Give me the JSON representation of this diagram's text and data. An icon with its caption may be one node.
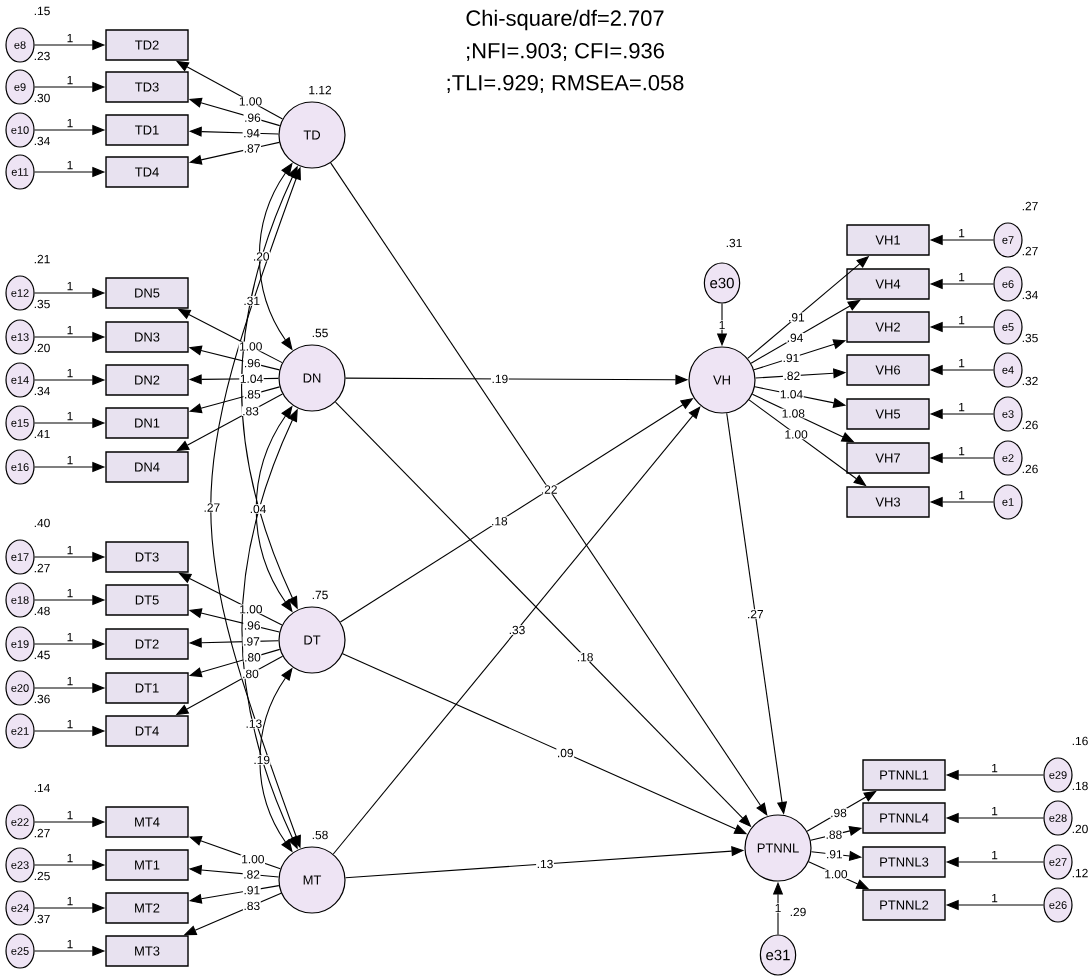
{
  "diagram": {
    "nodes": [
      {
        "text": [
          "e8"
        ],
        "beside": [
          ".15",
          ".23"
        ]
      },
      {
        "text": [
          "e9"
        ],
        "beside": [
          ".30"
        ]
      },
      {
        "text": [
          "e10"
        ],
        "beside": [
          ".34"
        ]
      },
      {
        "text": [
          "e11"
        ]
      },
      {
        "text": [
          "TD2"
        ]
      },
      {
        "text": [
          "TD3"
        ]
      },
      {
        "text": [
          "TD1"
        ]
      },
      {
        "text": [
          "TD4"
        ]
      },
      {
        "text": [
          "TD"
        ],
        "beside": [
          "1.12"
        ]
      },
      {
        "text": [
          "e12"
        ],
        "beside": [
          ".21",
          ".35"
        ]
      },
      {
        "text": [
          "e13"
        ],
        "beside": [
          ".20"
        ]
      },
      {
        "text": [
          "e14"
        ],
        "beside": [
          ".34"
        ]
      },
      {
        "text": [
          "e15"
        ],
        "beside": [
          ".41"
        ]
      },
      {
        "text": [
          "e16"
        ]
      },
      {
        "text": [
          "DN5"
        ]
      },
      {
        "text": [
          "DN3"
        ]
      },
      {
        "text": [
          "DN2"
        ]
      },
      {
        "text": [
          "DN1"
        ]
      },
      {
        "text": [
          "DN4"
        ]
      },
      {
        "text": [
          "DN"
        ],
        "beside": [
          ".55"
        ]
      },
      {
        "text": [
          "e17"
        ],
        "beside": [
          ".40",
          ".27"
        ]
      },
      {
        "text": [
          "e18"
        ],
        "beside": [
          ".48"
        ]
      },
      {
        "text": [
          "e19"
        ],
        "beside": [
          ".45"
        ]
      },
      {
        "text": [
          "e20"
        ],
        "beside": [
          ".36"
        ]
      },
      {
        "text": [
          "e21"
        ]
      },
      {
        "text": [
          "DT3"
        ]
      },
      {
        "text": [
          "DT5"
        ]
      },
      {
        "text": [
          "DT2"
        ]
      },
      {
        "text": [
          "DT1"
        ]
      },
      {
        "text": [
          "DT4"
        ]
      },
      {
        "text": [
          "DT"
        ],
        "beside": [
          ".75"
        ]
      },
      {
        "text": [
          "e22"
        ],
        "beside": [
          ".14",
          ".27"
        ]
      },
      {
        "text": [
          "e23"
        ],
        "beside": [
          ".25"
        ]
      },
      {
        "text": [
          "e24"
        ],
        "beside": [
          ".37"
        ]
      },
      {
        "text": [
          "e25"
        ]
      },
      {
        "text": [
          "MT4"
        ]
      },
      {
        "text": [
          "MT1"
        ]
      },
      {
        "text": [
          "MT2"
        ]
      },
      {
        "text": [
          "MT3"
        ]
      },
      {
        "text": [
          "MT"
        ],
        "beside": [
          ".58"
        ]
      },
      {
        "text": [
          "e30"
        ],
        "beside": [
          ".31"
        ]
      },
      {
        "text": [
          "VH"
        ]
      },
      {
        "text": [
          "VH1"
        ]
      },
      {
        "text": [
          "VH4"
        ]
      },
      {
        "text": [
          "VH2"
        ]
      },
      {
        "text": [
          "VH6"
        ]
      },
      {
        "text": [
          "VH5"
        ]
      },
      {
        "text": [
          "VH7"
        ]
      },
      {
        "text": [
          "VH3"
        ]
      },
      {
        "text": [
          "e7"
        ],
        "beside": [
          ".27",
          ".27"
        ]
      },
      {
        "text": [
          "e6"
        ],
        "beside": [
          ".34"
        ]
      },
      {
        "text": [
          "e5"
        ],
        "beside": [
          ".35"
        ]
      },
      {
        "text": [
          "e4"
        ],
        "beside": [
          ".32"
        ]
      },
      {
        "text": [
          "e3"
        ],
        "beside": [
          ".26"
        ]
      },
      {
        "text": [
          "e2"
        ],
        "beside": [
          ".26"
        ]
      },
      {
        "text": [
          "e1"
        ]
      },
      {
        "text": [
          "PTNNL"
        ]
      },
      {
        "text": [
          "PTNNL1"
        ]
      },
      {
        "text": [
          "PTNNL4"
        ]
      },
      {
        "text": [
          "PTNNL3"
        ]
      },
      {
        "text": [
          "PTNNL2"
        ]
      },
      {
        "text": [
          "e29"
        ],
        "beside": [
          ".16",
          ".18"
        ]
      },
      {
        "text": [
          "e28"
        ],
        "beside": [
          ".20"
        ]
      },
      {
        "text": [
          "e27"
        ],
        "beside": [
          ".12"
        ]
      },
      {
        "text": [
          "e26"
        ]
      },
      {
        "text": [
          "e31"
        ],
        "beside": [
          ".29"
        ]
      }
    ],
    "edges": [
      {
        "from": 0,
        "to": 4,
        "arrow": "to",
        "label": "1"
      },
      {
        "from": 1,
        "to": 5,
        "arrow": "to",
        "label": "1"
      },
      {
        "from": 2,
        "to": 6,
        "arrow": "to",
        "label": "1"
      },
      {
        "from": 3,
        "to": 7,
        "arrow": "to",
        "label": "1"
      },
      {
        "from": 8,
        "to": 4,
        "arrow": "to",
        "label": "1.00"
      },
      {
        "from": 8,
        "to": 5,
        "arrow": "to",
        "label": ".96"
      },
      {
        "from": 8,
        "to": 6,
        "arrow": "to",
        "label": ".94"
      },
      {
        "from": 8,
        "to": 7,
        "arrow": "to",
        "label": ".87"
      },
      {
        "from": 9,
        "to": 14,
        "arrow": "to",
        "label": "1"
      },
      {
        "from": 10,
        "to": 15,
        "arrow": "to",
        "label": "1"
      },
      {
        "from": 11,
        "to": 16,
        "arrow": "to",
        "label": "1"
      },
      {
        "from": 12,
        "to": 17,
        "arrow": "to",
        "label": "1"
      },
      {
        "from": 13,
        "to": 18,
        "arrow": "to",
        "label": "1"
      },
      {
        "from": 19,
        "to": 14,
        "arrow": "to",
        "label": "1.00"
      },
      {
        "from": 19,
        "to": 15,
        "arrow": "to",
        "label": ".96"
      },
      {
        "from": 19,
        "to": 16,
        "arrow": "to",
        "label": "1.04"
      },
      {
        "from": 19,
        "to": 17,
        "arrow": "to",
        "label": ".85"
      },
      {
        "from": 19,
        "to": 18,
        "arrow": "to",
        "label": ".83"
      },
      {
        "from": 20,
        "to": 25,
        "arrow": "to",
        "label": "1"
      },
      {
        "from": 21,
        "to": 26,
        "arrow": "to",
        "label": "1"
      },
      {
        "from": 22,
        "to": 27,
        "arrow": "to",
        "label": "1"
      },
      {
        "from": 23,
        "to": 28,
        "arrow": "to",
        "label": "1"
      },
      {
        "from": 24,
        "to": 29,
        "arrow": "to",
        "label": "1"
      },
      {
        "from": 30,
        "to": 25,
        "arrow": "to",
        "label": "1.00"
      },
      {
        "from": 30,
        "to": 26,
        "arrow": "to",
        "label": ".96"
      },
      {
        "from": 30,
        "to": 27,
        "arrow": "to",
        "label": ".97"
      },
      {
        "from": 30,
        "to": 28,
        "arrow": "to",
        "label": ".80"
      },
      {
        "from": 30,
        "to": 29,
        "arrow": "to",
        "label": ".80"
      },
      {
        "from": 31,
        "to": 35,
        "arrow": "to",
        "label": "1"
      },
      {
        "from": 32,
        "to": 36,
        "arrow": "to",
        "label": "1"
      },
      {
        "from": 33,
        "to": 37,
        "arrow": "to",
        "label": "1"
      },
      {
        "from": 34,
        "to": 38,
        "arrow": "to",
        "label": "1"
      },
      {
        "from": 39,
        "to": 35,
        "arrow": "to",
        "label": "1.00"
      },
      {
        "from": 39,
        "to": 36,
        "arrow": "to",
        "label": ".82"
      },
      {
        "from": 39,
        "to": 37,
        "arrow": "to",
        "label": ".91"
      },
      {
        "from": 39,
        "to": 38,
        "arrow": "to",
        "label": ".83"
      },
      {
        "from": 49,
        "to": 42,
        "arrow": "to",
        "label": "1"
      },
      {
        "from": 50,
        "to": 43,
        "arrow": "to",
        "label": "1"
      },
      {
        "from": 51,
        "to": 44,
        "arrow": "to",
        "label": "1"
      },
      {
        "from": 52,
        "to": 45,
        "arrow": "to",
        "label": "1"
      },
      {
        "from": 53,
        "to": 46,
        "arrow": "to",
        "label": "1"
      },
      {
        "from": 54,
        "to": 47,
        "arrow": "to",
        "label": "1"
      },
      {
        "from": 55,
        "to": 48,
        "arrow": "to",
        "label": "1"
      },
      {
        "from": 41,
        "to": 42,
        "arrow": "to",
        "label": ".91"
      },
      {
        "from": 41,
        "to": 43,
        "arrow": "to",
        "label": ".94"
      },
      {
        "from": 41,
        "to": 44,
        "arrow": "to",
        "label": ".91"
      },
      {
        "from": 41,
        "to": 45,
        "arrow": "to",
        "label": ".82"
      },
      {
        "from": 41,
        "to": 46,
        "arrow": "to",
        "label": "1.04"
      },
      {
        "from": 41,
        "to": 47,
        "arrow": "to",
        "label": "1.08"
      },
      {
        "from": 41,
        "to": 48,
        "arrow": "to",
        "label": "1.00"
      },
      {
        "from": 40,
        "to": 41,
        "arrow": "to",
        "label": "1"
      },
      {
        "from": 61,
        "to": 57,
        "arrow": "to",
        "label": "1"
      },
      {
        "from": 62,
        "to": 58,
        "arrow": "to",
        "label": "1"
      },
      {
        "from": 63,
        "to": 59,
        "arrow": "to",
        "label": "1"
      },
      {
        "from": 64,
        "to": 60,
        "arrow": "to",
        "label": "1"
      },
      {
        "from": 56,
        "to": 57,
        "arrow": "to",
        "label": ".98"
      },
      {
        "from": 56,
        "to": 58,
        "arrow": "to",
        "label": ".88"
      },
      {
        "from": 56,
        "to": 59,
        "arrow": "to",
        "label": ".91"
      },
      {
        "from": 56,
        "to": 60,
        "arrow": "to",
        "label": "1.00"
      },
      {
        "from": 65,
        "to": 56,
        "arrow": "to",
        "label": "1"
      },
      {
        "from": 19,
        "to": 41,
        "arrow": "to",
        "label": ".19"
      },
      {
        "from": 30,
        "to": 41,
        "arrow": "to",
        "label": ".18"
      },
      {
        "from": 39,
        "to": 41,
        "arrow": "to",
        "label": ".33"
      },
      {
        "from": 8,
        "to": 56,
        "arrow": "to",
        "label": ".22"
      },
      {
        "from": 19,
        "to": 56,
        "arrow": "to",
        "label": ".18"
      },
      {
        "from": 30,
        "to": 56,
        "arrow": "to",
        "label": ".09"
      },
      {
        "from": 39,
        "to": 56,
        "arrow": "to",
        "label": ".13"
      },
      {
        "from": 41,
        "to": 56,
        "arrow": "to",
        "label": ".27"
      },
      {
        "from": 8,
        "to": 19,
        "arrow": "both",
        "label": ".20"
      },
      {
        "from": 19,
        "to": 30,
        "arrow": "both",
        "label": ".04"
      },
      {
        "from": 30,
        "to": 39,
        "arrow": "both",
        "label": ".19"
      },
      {
        "from": 8,
        "to": 30,
        "arrow": "both",
        "label": ".31"
      },
      {
        "from": 19,
        "to": 39,
        "arrow": "both",
        "label": ".13"
      },
      {
        "from": 8,
        "to": 39,
        "arrow": "both",
        "label": ".27"
      }
    ],
    "labels": [
      "Chi-square/df=2.707",
      ";NFI=.903; CFI=.936",
      ";TLI=.929; RMSEA=.058"
    ]
  }
}
